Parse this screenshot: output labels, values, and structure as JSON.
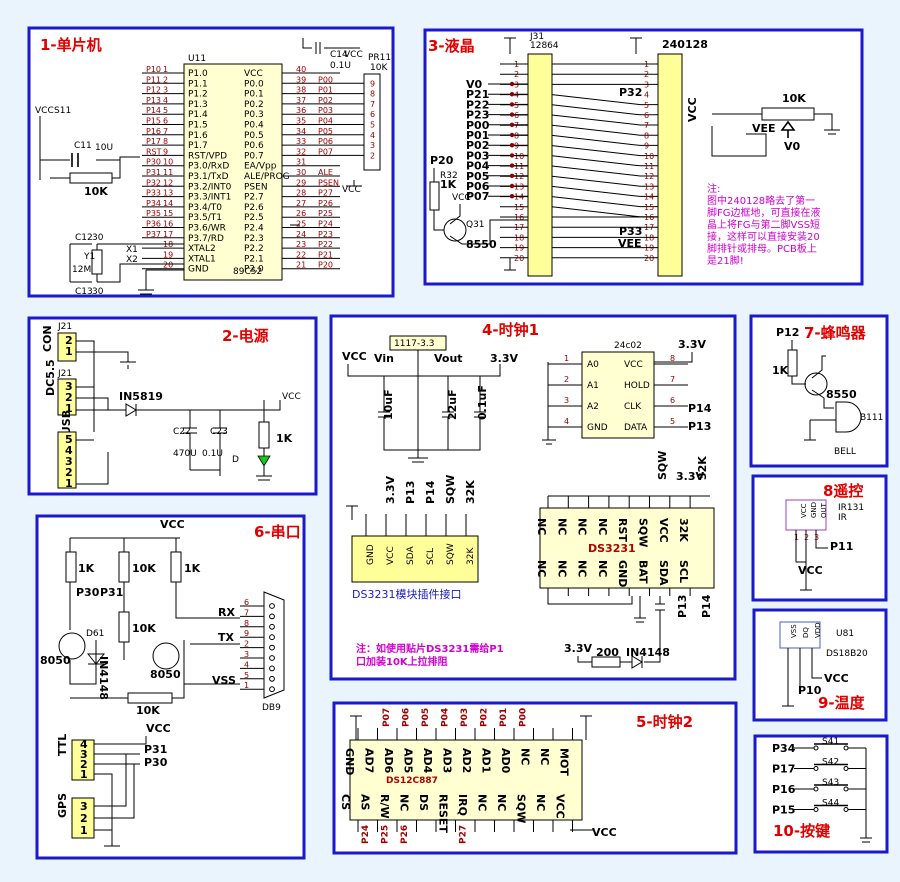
{
  "sections": {
    "mcu": "1-单片机",
    "power": "2-电源",
    "lcd": "3-液晶",
    "clock1": "4-时钟1",
    "clock2": "5-时钟2",
    "serial": "6-串口",
    "buzzer": "7-蜂鸣器",
    "remote": "8遥控",
    "temp": "9-温度",
    "keys": "10-按键"
  },
  "mcu": {
    "chip_ref": "U11",
    "chip_name": "89C52",
    "vcc": "VCC",
    "s1": "S11",
    "c11": "C11",
    "c11_val": "10U",
    "r10k": "10K",
    "c12": "C12",
    "c13": "C13",
    "c30a": "30",
    "c30b": "30",
    "y1": "Y1",
    "y1_val": "12M",
    "x1": "X1",
    "x2": "X2",
    "c14": "C14",
    "c14_val": "0.1U",
    "pr11": "PR11",
    "pr11_val": "10K",
    "left_pins": [
      "P1.0",
      "P1.1",
      "P1.2",
      "P1.3",
      "P1.4",
      "P1.5",
      "P1.6",
      "P1.7",
      "RST/VPD",
      "P3.0/RxD",
      "P3.1/TxD",
      "P3.2/INT0",
      "P3.3/INT1",
      "P3.4/T0",
      "P3.5/T1",
      "P3.6/WR",
      "P3.7/RD",
      "XTAL2",
      "XTAL1",
      "GND"
    ],
    "left_nums": [
      "1",
      "2",
      "3",
      "4",
      "5",
      "6",
      "7",
      "8",
      "9",
      "10",
      "11",
      "12",
      "13",
      "14",
      "15",
      "16",
      "17",
      "18",
      "19",
      "20"
    ],
    "left_nets": [
      "P10",
      "P11",
      "P12",
      "P13",
      "P14",
      "P15",
      "P16",
      "P17",
      "RST",
      "P30",
      "P31",
      "P32",
      "P33",
      "P34",
      "P35",
      "P36",
      "P37",
      "",
      "",
      ""
    ],
    "right_pins": [
      "VCC",
      "P0.0",
      "P0.1",
      "P0.2",
      "P0.3",
      "P0.4",
      "P0.5",
      "P0.6",
      "P0.7",
      "EA/Vpp",
      "ALE/PROG",
      "PSEN",
      "P2.7",
      "P2.6",
      "P2.5",
      "P2.4",
      "P2.3",
      "P2.2",
      "P2.1",
      "P2.0"
    ],
    "right_nums": [
      "40",
      "39",
      "38",
      "37",
      "36",
      "35",
      "34",
      "33",
      "32",
      "31",
      "30",
      "29",
      "28",
      "27",
      "26",
      "25",
      "24",
      "23",
      "22",
      "21"
    ],
    "right_nets": [
      "",
      "P00",
      "P01",
      "P02",
      "P03",
      "P04",
      "P05",
      "P06",
      "P07",
      "",
      "ALE",
      "PSEN",
      "P27",
      "P26",
      "P25",
      "P24",
      "P23",
      "P22",
      "P21",
      "P20"
    ]
  },
  "lcd": {
    "j31": "J31",
    "j31_model": "12864",
    "model2": "240128",
    "nets": [
      "V0",
      "P21",
      "P22",
      "P23",
      "P00",
      "P01",
      "P02",
      "P03",
      "P04",
      "P05",
      "P06",
      "P07"
    ],
    "p32": "P32",
    "p33": "P33",
    "vee": "VEE",
    "vcc": "VCC",
    "r10k": "10K",
    "v0": "V0",
    "p20": "P20",
    "r32": "R32",
    "r32_val": "1K",
    "q31": "Q31",
    "q31_val": "8550",
    "pin_nums": [
      "1",
      "2",
      "3",
      "4",
      "5",
      "6",
      "7",
      "8",
      "9",
      "10",
      "11",
      "12",
      "13",
      "14",
      "15",
      "16",
      "17",
      "18",
      "19",
      "20"
    ],
    "note": [
      "注:",
      "图中240128略去了第一",
      "脚FG边框地，可直接在液",
      "晶上将FG与第二脚VSS短",
      "接，这样可以直接安装20",
      "脚排针或排母。PCB板上",
      "是21脚!"
    ]
  },
  "power": {
    "j21": "J21",
    "con": "CON",
    "j21b": "J21",
    "dc55": "DC5.5",
    "minusb": "miniUSB",
    "diode": "IN5819",
    "vcc": "VCC",
    "c22": "C22",
    "c22_val": "470U",
    "c23": "C23",
    "c23_val": "0.1U",
    "d": "D",
    "r1k": "1K",
    "con_pins": [
      "2",
      "1"
    ],
    "dc_pins": [
      "3",
      "2",
      "1"
    ],
    "usb_pins": [
      "5",
      "4",
      "3",
      "2",
      "1"
    ]
  },
  "clock1": {
    "ldo": "1117-3.3",
    "vin": "Vin",
    "vout": "Vout",
    "vcc": "VCC",
    "v33": "3.3V",
    "c10": "10uF",
    "c22": "22uF",
    "c01": "0.1uF",
    "eeprom": "24c02",
    "ee_left": [
      "A0",
      "A1",
      "A2",
      "GND"
    ],
    "ee_right": [
      "VCC",
      "HOLD",
      "CLK",
      "DATA"
    ],
    "ee_left_nums": [
      "1",
      "2",
      "3",
      "4"
    ],
    "ee_right_nums": [
      "8",
      "7",
      "6",
      "5"
    ],
    "p14": "P14",
    "p13": "P13",
    "mod_pins": [
      "GND",
      "VCC",
      "SDA",
      "SCL",
      "SQW",
      "32K"
    ],
    "mod_tops": [
      "3.3V",
      "P13",
      "P14",
      "SQW",
      "32K"
    ],
    "mod_label": "DS3231模块插件接口",
    "ds_top": [
      "NC",
      "NC",
      "NC",
      "NC",
      "RST",
      "SQW",
      "VCC",
      "32K"
    ],
    "ds_bot": [
      "NC",
      "NC",
      "NC",
      "NC",
      "GND",
      "BAT",
      "SDA",
      "SCL"
    ],
    "ds_name": "DS3231",
    "sqw": "SQW",
    "v33b": "3.3V",
    "k32": "32K",
    "p13b": "P13",
    "p14b": "P14",
    "v33c": "3.3V",
    "r200": "200",
    "d4148": "IN4148",
    "note": [
      "注：如使用贴片DS3231需给P1",
      "口加装10K上拉排阻"
    ]
  },
  "serial": {
    "vcc": "VCC",
    "r1": "1K",
    "r2": "10K",
    "r3": "1K",
    "r4": "10K",
    "r5": "10K",
    "p30": "P30",
    "p31": "P31",
    "d61": "D61",
    "diode": "IN4148",
    "q1": "8050",
    "q2": "8050",
    "rx": "RX",
    "tx": "TX",
    "vss": "VSS",
    "db9": "DB9",
    "db_pins": [
      "6",
      "7",
      "8",
      "9",
      "2",
      "3",
      "4",
      "5",
      "1"
    ],
    "ttl": "TTL",
    "ttl_pins": [
      "4",
      "3",
      "2",
      "1"
    ],
    "gps": "GPS",
    "gps_pins": [
      "3",
      "2",
      "1"
    ],
    "vcc2": "VCC",
    "p31b": "P31",
    "p30b": "P30"
  },
  "clock2": {
    "top_nets": [
      "P07",
      "P06",
      "P05",
      "P04",
      "P03",
      "P02",
      "P01",
      "P00"
    ],
    "top_pins": [
      "GND",
      "AD7",
      "AD6",
      "AD5",
      "AD4",
      "AD3",
      "AD2",
      "AD1",
      "AD0",
      "NC",
      "NC",
      "MOT"
    ],
    "bot_pins": [
      "CS",
      "AS",
      "R/W",
      "NC",
      "DS",
      "RESET",
      "IRQ",
      "NC",
      "NC",
      "SQW",
      "NC",
      "VCC"
    ],
    "bot_nets": [
      "P24",
      "P25",
      "P26",
      "P27"
    ],
    "name": "DS12C887",
    "vcc": "VCC"
  },
  "buzzer": {
    "p12": "P12",
    "r1k": "1K",
    "q": "8550",
    "b": "B111",
    "bell": "BELL"
  },
  "remote": {
    "ir": "IR131",
    "ir2": "IR",
    "p11": "P11",
    "vcc": "VCC",
    "pins": [
      "VCC",
      "GND",
      "OUT"
    ]
  },
  "temp": {
    "u": "U81",
    "name": "DS18B20",
    "p10": "P10",
    "vcc": "VCC",
    "pins": [
      "VSS",
      "DQ",
      "VDD"
    ]
  },
  "keys": {
    "rows": [
      {
        "p": "P34",
        "s": "S41"
      },
      {
        "p": "P17",
        "s": "S42"
      },
      {
        "p": "P16",
        "s": "S43"
      },
      {
        "p": "P15",
        "s": "S44"
      }
    ]
  }
}
